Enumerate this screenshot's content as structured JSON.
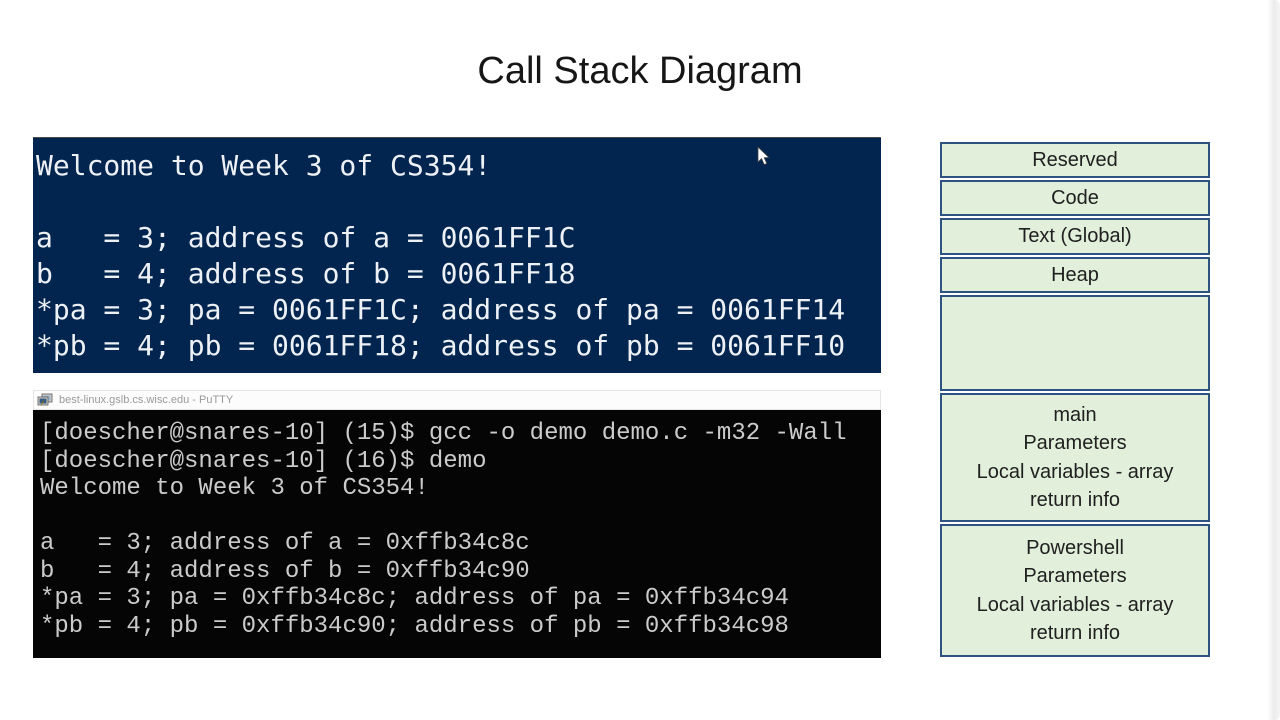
{
  "slide": {
    "title": "Call Stack Diagram"
  },
  "terminals": {
    "powershell": {
      "bg": "#02254f",
      "fg": "#edf1f6",
      "lines": [
        "Welcome to Week 3 of CS354!",
        "",
        "a   = 3; address of a = 0061FF1C",
        "b   = 4; address of b = 0061FF18",
        "*pa = 3; pa = 0061FF1C; address of pa = 0061FF14",
        "*pb = 4; pb = 0061FF18; address of pb = 0061FF10"
      ]
    },
    "putty": {
      "title": "best-linux.gslb.cs.wisc.edu - PuTTY",
      "bg": "#050505",
      "fg": "#cbcbcb",
      "lines": [
        "[doescher@snares-10] (15)$ gcc -o demo demo.c -m32 -Wall",
        "[doescher@snares-10] (16)$ demo",
        "Welcome to Week 3 of CS354!",
        "",
        "a   = 3; address of a = 0xffb34c8c",
        "b   = 4; address of b = 0xffb34c90",
        "*pa = 3; pa = 0xffb34c8c; address of pa = 0xffb34c94",
        "*pb = 4; pb = 0xffb34c90; address of pb = 0xffb34c98"
      ]
    }
  },
  "memory_diagram": {
    "fill": "#e2efda",
    "border": "#2e5380",
    "segments": [
      {
        "height": 36,
        "lines": [
          "Reserved"
        ]
      },
      {
        "height": 36,
        "lines": [
          "Code"
        ]
      },
      {
        "height": 37,
        "lines": [
          "Text (Global)"
        ]
      },
      {
        "height": 36,
        "lines": [
          "Heap"
        ]
      },
      {
        "height": 96,
        "lines": []
      },
      {
        "height": 129,
        "lines": [
          "main",
          "Parameters",
          "Local variables - array",
          "return info"
        ]
      },
      {
        "height": 133,
        "lines": [
          "Powershell",
          "Parameters",
          "Local variables - array",
          "return info"
        ]
      }
    ]
  }
}
